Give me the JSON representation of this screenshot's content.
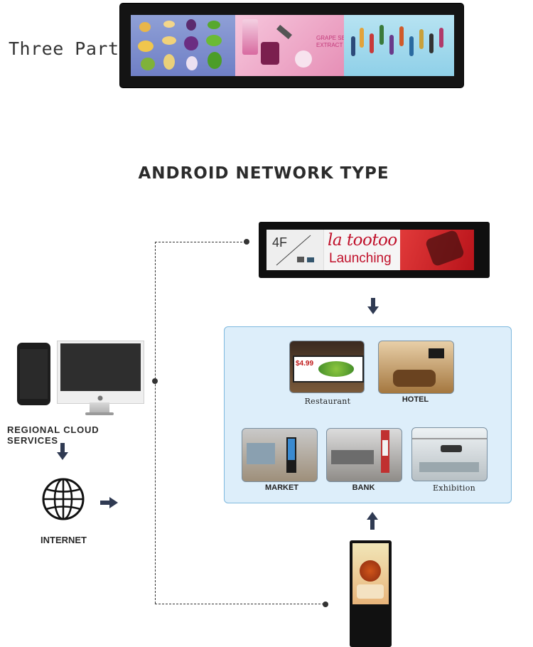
{
  "banner": {
    "label": "Three Parts",
    "segment2_text_line1": "GRAPE SE",
    "segment2_text_line2": "EXTRACT"
  },
  "title": "ANDROID NETWORK TYPE",
  "top_display": {
    "floor": "4F",
    "brand": "la tootoo",
    "subtitle": "Launching"
  },
  "left_group": {
    "cloud_label": "REGIONAL  CLOUD  SERVICES",
    "internet_label": "INTERNET"
  },
  "venues": [
    {
      "label": "Restaurant"
    },
    {
      "label": "HOTEL"
    },
    {
      "label": "MARKET"
    },
    {
      "label": "BANK"
    },
    {
      "label": "Exhibition"
    }
  ],
  "restaurant_price": "$4.99",
  "colors": {
    "panel_bg": "#ddeefa",
    "panel_border": "#7fb9de",
    "arrow": "#2f3a52",
    "brand_red": "#c0102a"
  },
  "icons": [
    "globe-icon",
    "apple-logo-icon",
    "arrow-down-icon",
    "arrow-up-icon",
    "arrow-right-icon"
  ]
}
